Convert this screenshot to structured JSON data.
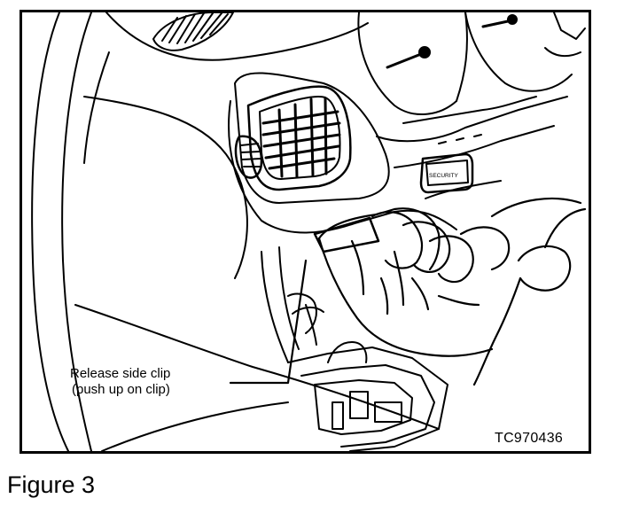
{
  "figure": {
    "callout_line1": "Release side clip",
    "callout_line2": "(push up on clip)",
    "code": "TC970436",
    "button_text": "SECURITY",
    "caption": "Figure 3"
  }
}
